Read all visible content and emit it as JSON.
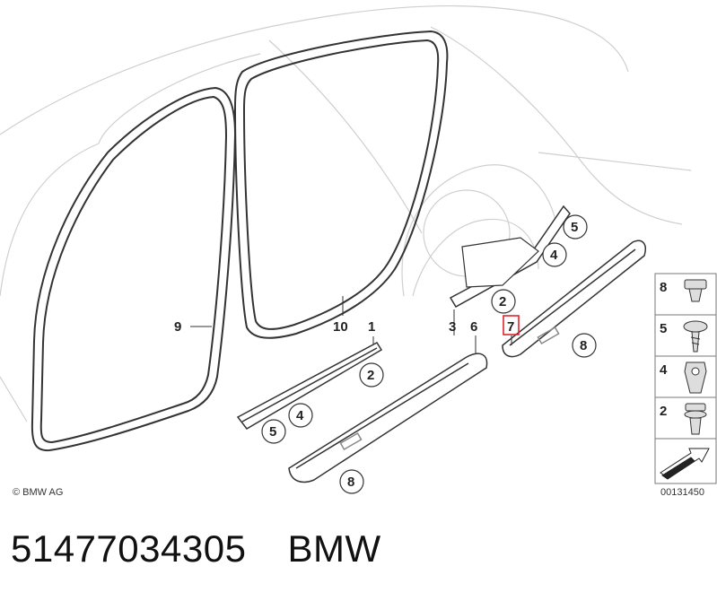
{
  "diagram": {
    "copyright": "© BMW AG",
    "diagram_number": "00131450",
    "callouts": {
      "c9": "9",
      "c10": "10",
      "c1": "1",
      "c3": "3",
      "c6": "6",
      "c7": "7",
      "c2a": "2",
      "c4a": "4",
      "c5a": "5",
      "c8a": "8",
      "c2b": "2",
      "c4b": "4",
      "c5b": "5",
      "c8b": "8"
    },
    "legend": [
      {
        "label": "8",
        "icon": "clip-icon"
      },
      {
        "label": "5",
        "icon": "screw-icon"
      },
      {
        "label": "4",
        "icon": "nut-icon"
      },
      {
        "label": "2",
        "icon": "expanding-rivet-icon"
      },
      {
        "label": "",
        "icon": "arrow-icon"
      }
    ],
    "highlight_color": "#e0262f"
  },
  "caption": {
    "part_number": "51477034305",
    "brand": "BMW"
  }
}
